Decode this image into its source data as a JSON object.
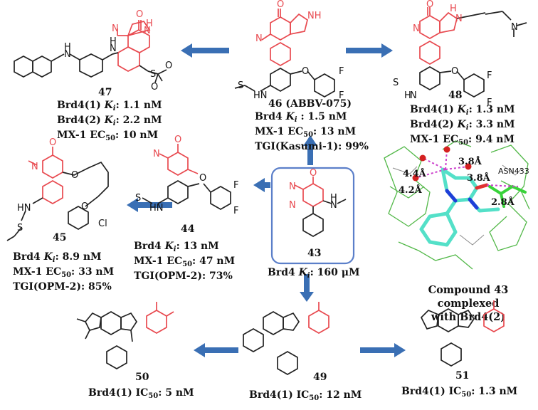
{
  "colors": {
    "core": "#e8494f",
    "arrow": "#3a6fb4",
    "highlight_box": "#5b7fc9",
    "ligand": "#54e0c8",
    "protein": "#52b848",
    "distance": "#cc3fcc",
    "water": "#d42020"
  },
  "compounds": {
    "c47": {
      "number": "47",
      "values": [
        {
          "prefix": "Brd4(1) ",
          "k": "K",
          "sub": "i",
          "rest": ": 1.1 nM"
        },
        {
          "prefix": "Brd4(2) ",
          "k": "K",
          "sub": "i",
          "rest": ": 2.2 nM"
        },
        {
          "prefix": "MX-1 EC",
          "k": "",
          "sub": "50",
          "rest": ": 10 nM"
        }
      ]
    },
    "c46": {
      "number": "46 (ABBV-075)",
      "values": [
        {
          "prefix": "Brd4 ",
          "k": "K",
          "sub": "i",
          "rest": " : 1.5 nM"
        },
        {
          "prefix": "MX-1 EC",
          "k": "",
          "sub": "50",
          "rest": ": 13 nM"
        },
        {
          "prefix": "TGI(Kasumi-1): 99%",
          "k": "",
          "sub": "",
          "rest": ""
        }
      ]
    },
    "c48": {
      "number": "48",
      "values": [
        {
          "prefix": "Brd4(1) ",
          "k": "K",
          "sub": "i",
          "rest": ": 1.3 nM"
        },
        {
          "prefix": "Brd4(2) ",
          "k": "K",
          "sub": "i",
          "rest": ": 3.3 nM"
        },
        {
          "prefix": "MX-1 EC",
          "k": "",
          "sub": "50",
          "rest": ": 9.4 nM"
        }
      ]
    },
    "c45": {
      "number": "45",
      "values": [
        {
          "prefix": "Brd4 ",
          "k": "K",
          "sub": "i",
          "rest": ": 8.9 nM"
        },
        {
          "prefix": "MX-1 EC",
          "k": "",
          "sub": "50",
          "rest": ": 33 nM"
        },
        {
          "prefix": "TGI(OPM-2): 85%",
          "k": "",
          "sub": "",
          "rest": ""
        }
      ]
    },
    "c44": {
      "number": "44",
      "values": [
        {
          "prefix": "Brd4 ",
          "k": "K",
          "sub": "i",
          "rest": ": 13 nM"
        },
        {
          "prefix": "MX-1 EC",
          "k": "",
          "sub": "50",
          "rest": ": 47 nM"
        },
        {
          "prefix": "TGI(OPM-2): 73%",
          "k": "",
          "sub": "",
          "rest": ""
        }
      ]
    },
    "c43": {
      "number": "43",
      "values": [
        {
          "prefix": "Brd4 ",
          "k": "K",
          "sub": "i",
          "rest": ": 160 μM"
        }
      ]
    },
    "c50": {
      "number": "50",
      "values": [
        {
          "prefix": "Brd4(1) IC",
          "k": "",
          "sub": "50",
          "rest": ": 5 nM"
        }
      ]
    },
    "c49": {
      "number": "49",
      "values": [
        {
          "prefix": "Brd4(1) IC",
          "k": "",
          "sub": "50",
          "rest": ": 12 nM"
        }
      ]
    },
    "c51": {
      "number": "51",
      "values": [
        {
          "prefix": "Brd4(1) IC",
          "k": "",
          "sub": "50",
          "rest": ": 1.3 nM"
        }
      ]
    }
  },
  "crystal": {
    "caption_line1": "Compound 43 complexed",
    "caption_line2": "with Brd4(2)",
    "residue": "ASN433",
    "distances": {
      "d1": "3.8Å",
      "d2": "4.4Å",
      "d3": "4.2Å",
      "d4": "3.8Å",
      "d5": "2.8Å"
    }
  },
  "atoms": {
    "O": "O",
    "N": "N",
    "H": "H",
    "S": "S",
    "F": "F",
    "Cl": "Cl",
    "NH": "NH",
    "HN": "HN"
  }
}
